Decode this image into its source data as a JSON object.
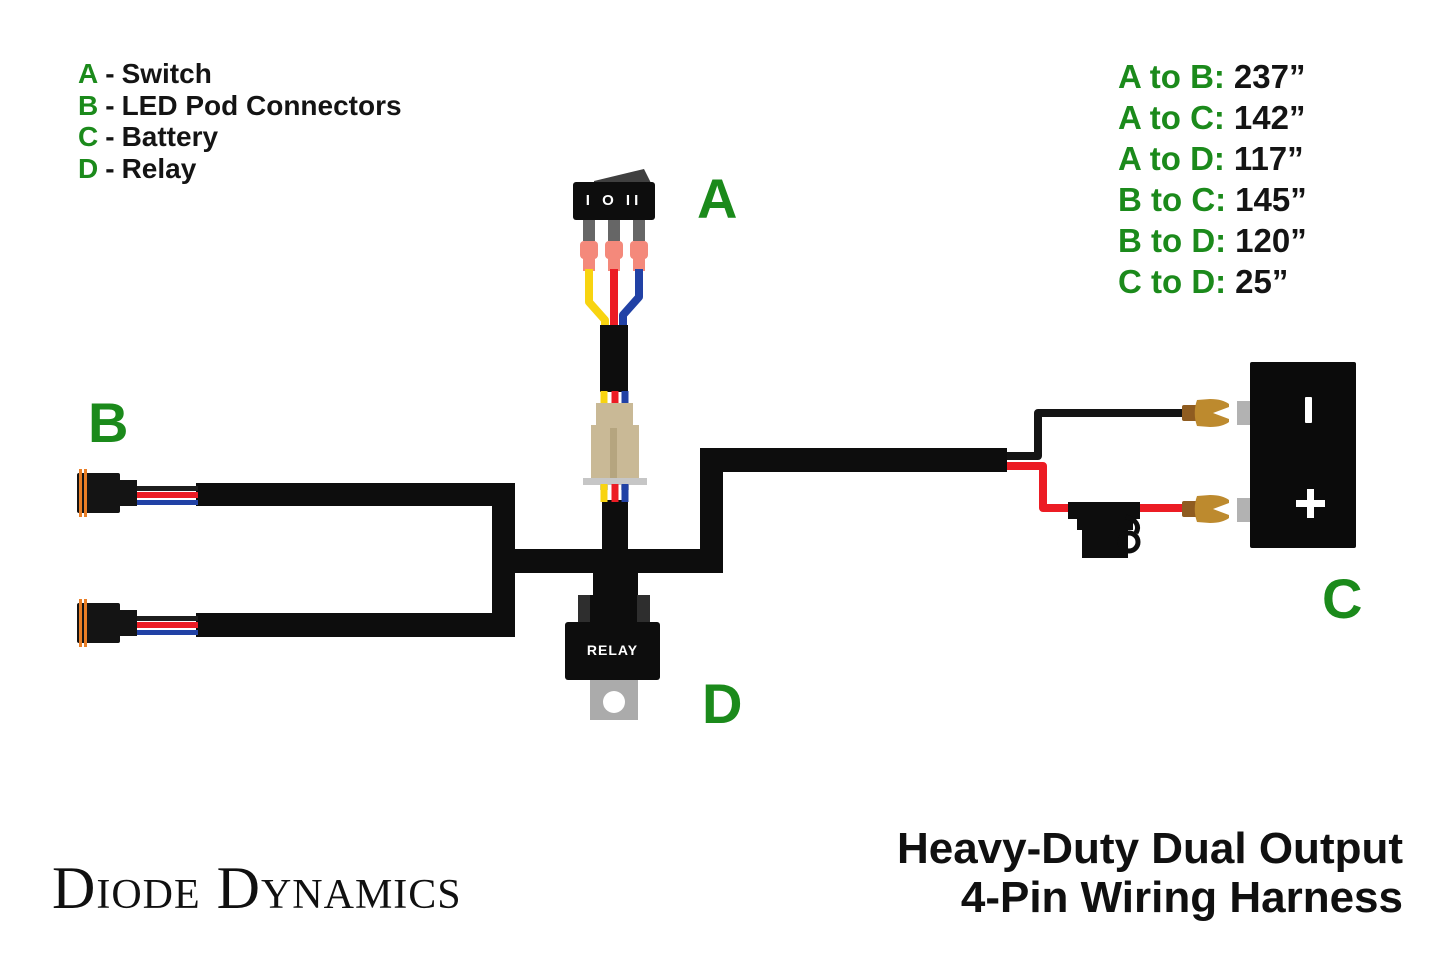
{
  "legend": {
    "separator": "-",
    "items": [
      {
        "letter": "A",
        "label": "Switch"
      },
      {
        "letter": "B",
        "label": "LED Pod Connectors"
      },
      {
        "letter": "C",
        "label": "Battery"
      },
      {
        "letter": "D",
        "label": "Relay"
      }
    ]
  },
  "wire_lengths": {
    "items": [
      {
        "pair": "A to B:",
        "value": "237”"
      },
      {
        "pair": "A to C:",
        "value": "142”"
      },
      {
        "pair": "A to D:",
        "value": "117”"
      },
      {
        "pair": "B to C:",
        "value": "145”"
      },
      {
        "pair": "B to D:",
        "value": "120”"
      },
      {
        "pair": "C to D:",
        "value": "25”"
      }
    ]
  },
  "component_labels": {
    "switch": "A",
    "led_pods": "B",
    "battery": "C",
    "relay": "D"
  },
  "switch": {
    "positions": "I O II"
  },
  "relay": {
    "label": "RELAY"
  },
  "battery": {
    "negative_symbol": "−",
    "positive_symbol": "+"
  },
  "logo": "Diode Dynamics",
  "title": {
    "line1": "Heavy-Duty Dual Output",
    "line2": "4-Pin Wiring Harness"
  },
  "colors": {
    "accent_green": "#1b8a1b",
    "harness_black": "#0d0d0d",
    "wire_red": "#ec1c24",
    "wire_yellow": "#f8d410",
    "wire_blue": "#2141a5",
    "terminal_salmon": "#f4897b",
    "connector_tan": "#c9b996",
    "copper": "#bd8a2e",
    "oring_orange": "#e97e26"
  }
}
